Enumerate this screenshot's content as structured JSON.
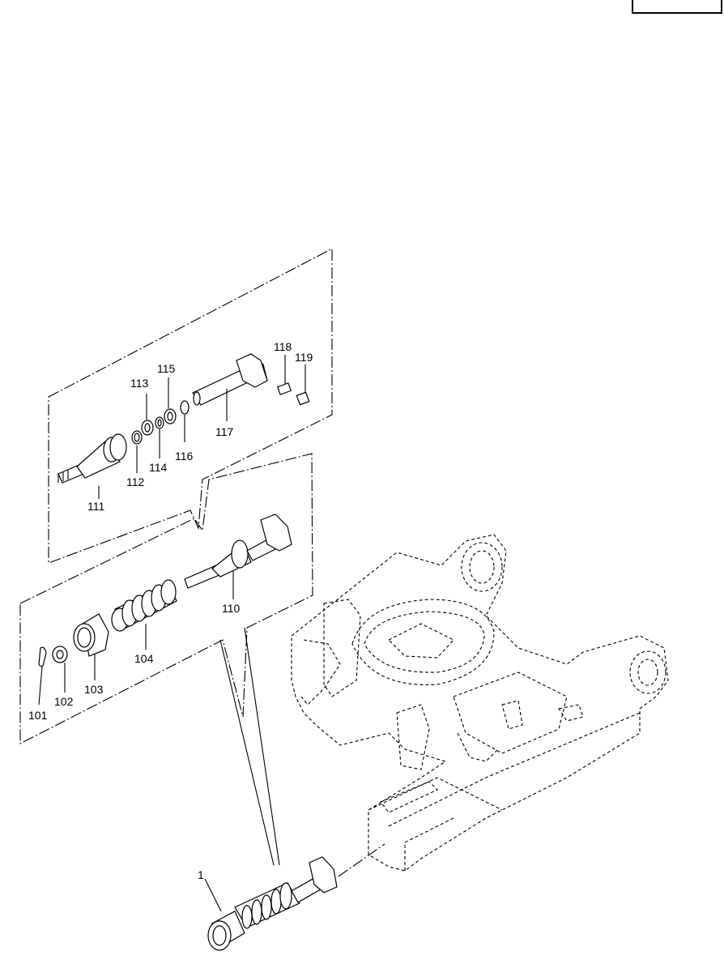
{
  "drawing": {
    "labels": [
      {
        "key": "p111",
        "text": "111"
      },
      {
        "key": "p112",
        "text": "112"
      },
      {
        "key": "p113",
        "text": "113"
      },
      {
        "key": "p114",
        "text": "114"
      },
      {
        "key": "p115",
        "text": "115"
      },
      {
        "key": "p116",
        "text": "116"
      },
      {
        "key": "p117",
        "text": "117"
      },
      {
        "key": "p118",
        "text": "118"
      },
      {
        "key": "p119",
        "text": "119"
      },
      {
        "key": "p110",
        "text": "110"
      },
      {
        "key": "p104",
        "text": "104"
      },
      {
        "key": "p103",
        "text": "103"
      },
      {
        "key": "p102",
        "text": "102"
      },
      {
        "key": "p101",
        "text": "101"
      },
      {
        "key": "p1",
        "text": "1"
      }
    ]
  }
}
